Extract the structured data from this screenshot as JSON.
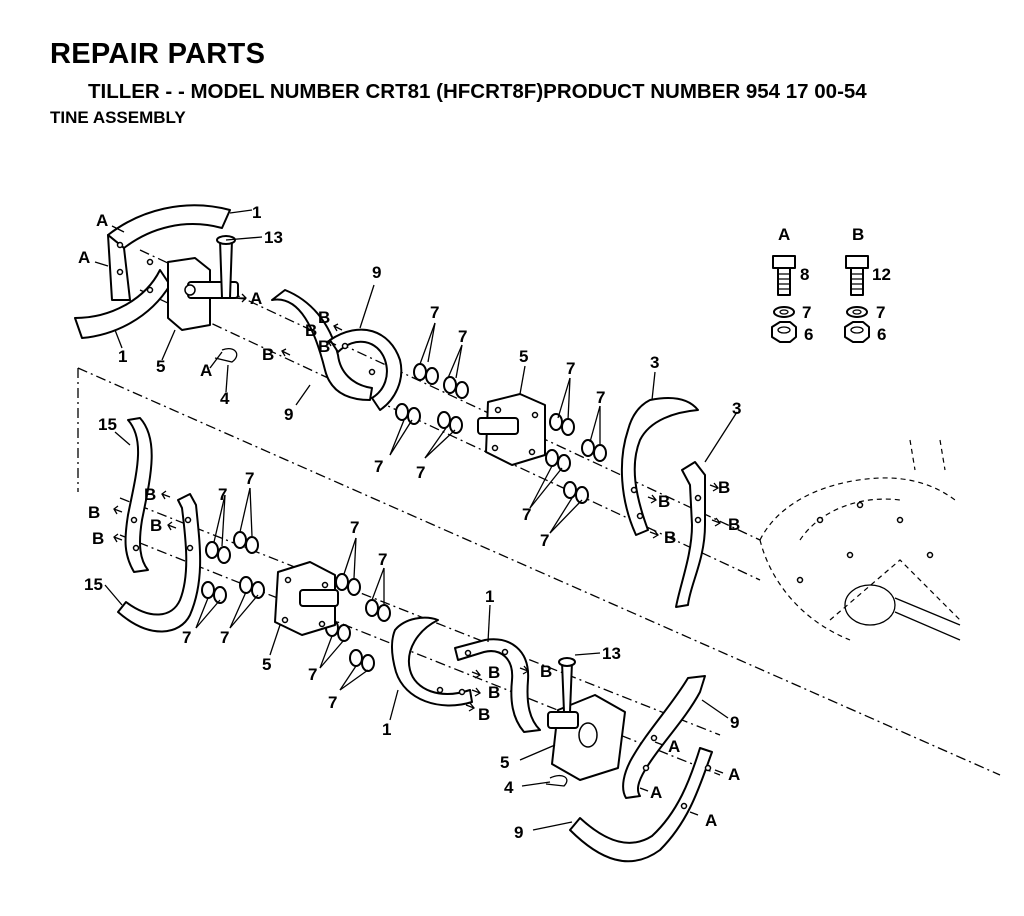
{
  "header": {
    "title": "REPAIR PARTS",
    "subtitle": "TILLER - - MODEL NUMBER CRT81 (HFCRT8F)PRODUCT NUMBER 954 17 00-54",
    "section": "TINE ASSEMBLY"
  },
  "hardware_legend": {
    "group_a": {
      "letter": "A",
      "bolt": "8",
      "washer": "7",
      "nut": "6"
    },
    "group_b": {
      "letter": "B",
      "bolt": "12",
      "washer": "7",
      "nut": "6"
    }
  },
  "callouts": {
    "n1": "1",
    "n3": "3",
    "n4": "4",
    "n5": "5",
    "n6": "6",
    "n7": "7",
    "n8": "8",
    "n9": "9",
    "n12": "12",
    "n13": "13",
    "n15": "15",
    "a": "A",
    "b": "B"
  }
}
